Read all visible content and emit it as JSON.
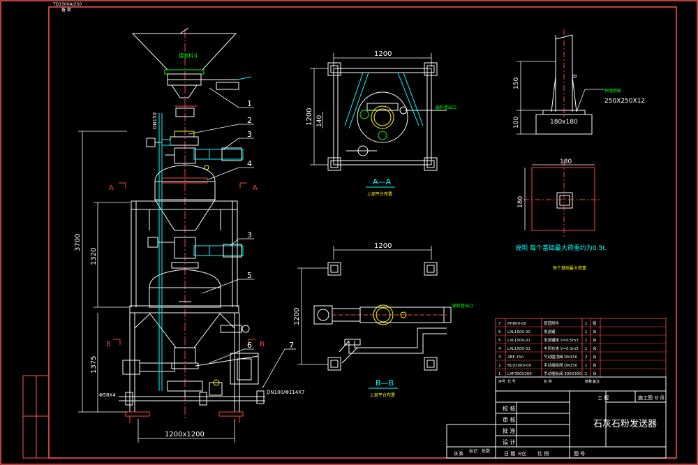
{
  "drawing": {
    "header_code": "TD1500A/250",
    "header_sub": "备 案",
    "title": "石灰石粉发送器",
    "project_label": "工 程",
    "stage_label": "施工图",
    "stage_sub": "阶 段",
    "left_box_labels": [
      "校 核",
      "审 核",
      "批 准",
      "设 计"
    ],
    "bottom_labels": [
      "日 期",
      "比 例",
      "张 数",
      "图 号"
    ],
    "bottom_row_extra": [
      "标记",
      "处数",
      "分区"
    ]
  },
  "main_view": {
    "dim_height": "3700",
    "dim_upper": "1320",
    "dim_lower": "1375",
    "dim_base": "1200x1200",
    "label_hopper": "接收料斗",
    "label_dn150": "DN150",
    "label_pipe_left": "Φ58X4",
    "label_pipe_right": "DN100/Φ114X7",
    "section_a": "A",
    "section_b": "B",
    "callouts": [
      "1",
      "2",
      "3",
      "4",
      "3",
      "5",
      "6",
      "7"
    ]
  },
  "view_aa": {
    "dim_width": "1200",
    "dim_height": "1200",
    "dim_small": "140",
    "caption": "A—A",
    "sub_caption": "上部平台布置",
    "pipe_label": "输料管出口"
  },
  "view_bb": {
    "dim_width": "1200",
    "dim_height": "1200",
    "caption": "B—B",
    "sub_caption": "上部平台布置",
    "pipe_label": "输料管出口"
  },
  "detail": {
    "dim_150": "150",
    "dim_100": "100",
    "dim_8": "8",
    "plate_label": "预埋钢板",
    "plate_size": "250X250X12",
    "base_size": "180x180",
    "dim_180_top": "180",
    "dim_180_side": "180",
    "note": "说明  每个基础最大荷重约为0.5t.",
    "note_sub": "每个基础最大荷重"
  },
  "parts_table": {
    "rows": [
      {
        "no": "7",
        "code": "PH800-00",
        "name": "管道附件",
        "qty": "1",
        "mat": "组"
      },
      {
        "no": "6",
        "code": "LXL1500-00",
        "name": "发送罐",
        "qty": "1",
        "mat": "台"
      },
      {
        "no": "5",
        "code": "LXL1500-01",
        "name": "发送罐体 V=0.5m3",
        "qty": "1",
        "mat": "台"
      },
      {
        "no": "4",
        "code": "LXL1500-01",
        "name": "中间仓体 V=0.3m3",
        "qty": "1",
        "mat": "台"
      },
      {
        "no": "3",
        "code": "ZBF-150",
        "name": "气动圆顶阀 DN150",
        "qty": "2",
        "mat": "台"
      },
      {
        "no": "2",
        "code": "BC02000-00",
        "name": "手动插板阀 DN150",
        "qty": "1",
        "mat": "台"
      },
      {
        "no": "1",
        "code": "LXF300X300",
        "name": "手动插板阀 300X300",
        "qty": "1",
        "mat": "台"
      }
    ],
    "header": [
      "序号",
      "代 号",
      "名 称",
      "数量",
      "备注"
    ]
  },
  "colors": {
    "background": "#000000",
    "frame": "#ff5555",
    "line_white": "#ffffff",
    "line_cyan": "#00ffff",
    "line_green": "#00ff00",
    "line_yellow": "#ffff00",
    "line_red": "#ff3333",
    "line_magenta": "#ff44ff"
  }
}
